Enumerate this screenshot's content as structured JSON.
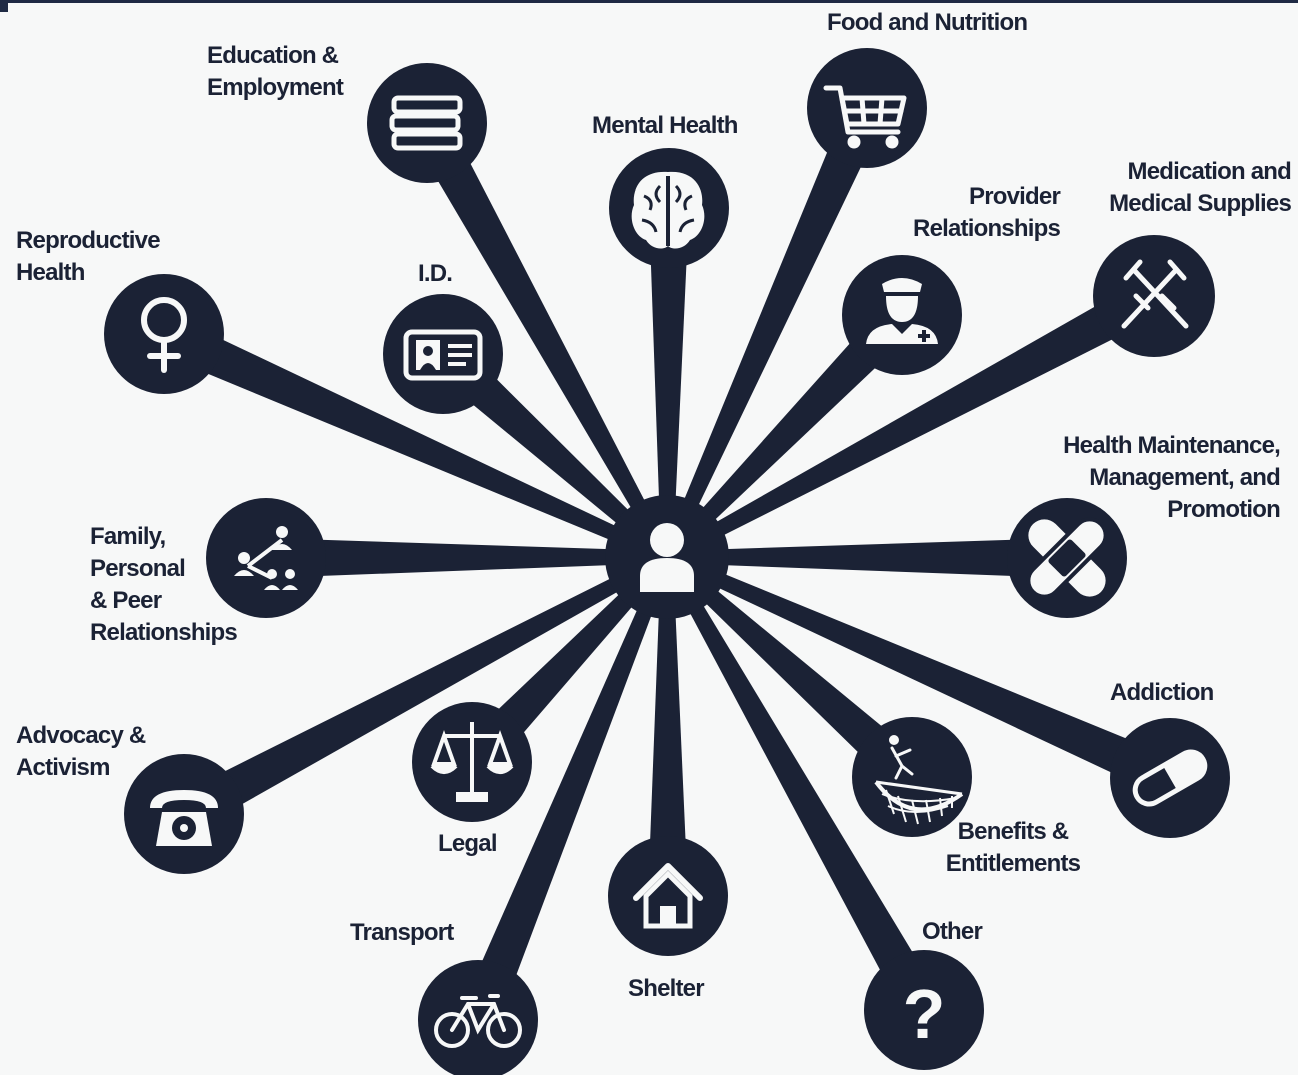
{
  "colors": {
    "node": "#1b2235",
    "icon": "#f7f8f8",
    "background": "#f7f8f8"
  },
  "center": {
    "icon": "person-icon"
  },
  "nodes": [
    {
      "id": "education",
      "lines": [
        "Education &",
        "Employment"
      ],
      "icon": "books-icon"
    },
    {
      "id": "food",
      "lines": [
        "Food and Nutrition"
      ],
      "icon": "shopping-cart-icon"
    },
    {
      "id": "mental",
      "lines": [
        "Mental Health"
      ],
      "icon": "brain-icon"
    },
    {
      "id": "medication",
      "lines": [
        "Medication and",
        "Medical Supplies"
      ],
      "icon": "crutches-icon"
    },
    {
      "id": "provider",
      "lines": [
        "Provider",
        "Relationships"
      ],
      "icon": "doctor-icon"
    },
    {
      "id": "reproductive",
      "lines": [
        "Reproductive",
        "Health"
      ],
      "icon": "female-symbol-icon"
    },
    {
      "id": "id",
      "lines": [
        "I.D."
      ],
      "icon": "id-card-icon"
    },
    {
      "id": "health",
      "lines": [
        "Health Maintenance,",
        "Management, and",
        "Promotion"
      ],
      "icon": "bandage-icon"
    },
    {
      "id": "family",
      "lines": [
        "Family,",
        "Personal",
        "& Peer",
        "Relationships"
      ],
      "icon": "people-network-icon"
    },
    {
      "id": "addiction",
      "lines": [
        "Addiction"
      ],
      "icon": "pill-capsule-icon"
    },
    {
      "id": "advocacy",
      "lines": [
        "Advocacy &",
        "Activism"
      ],
      "icon": "telephone-icon"
    },
    {
      "id": "legal",
      "lines": [
        "Legal"
      ],
      "icon": "scales-icon"
    },
    {
      "id": "benefits",
      "lines": [
        "Benefits &",
        "Entitlements"
      ],
      "icon": "safety-net-icon"
    },
    {
      "id": "transport",
      "lines": [
        "Transport"
      ],
      "icon": "bicycle-icon"
    },
    {
      "id": "shelter",
      "lines": [
        "Shelter"
      ],
      "icon": "house-icon"
    },
    {
      "id": "other",
      "lines": [
        "Other"
      ],
      "icon": "question-mark-icon"
    }
  ]
}
